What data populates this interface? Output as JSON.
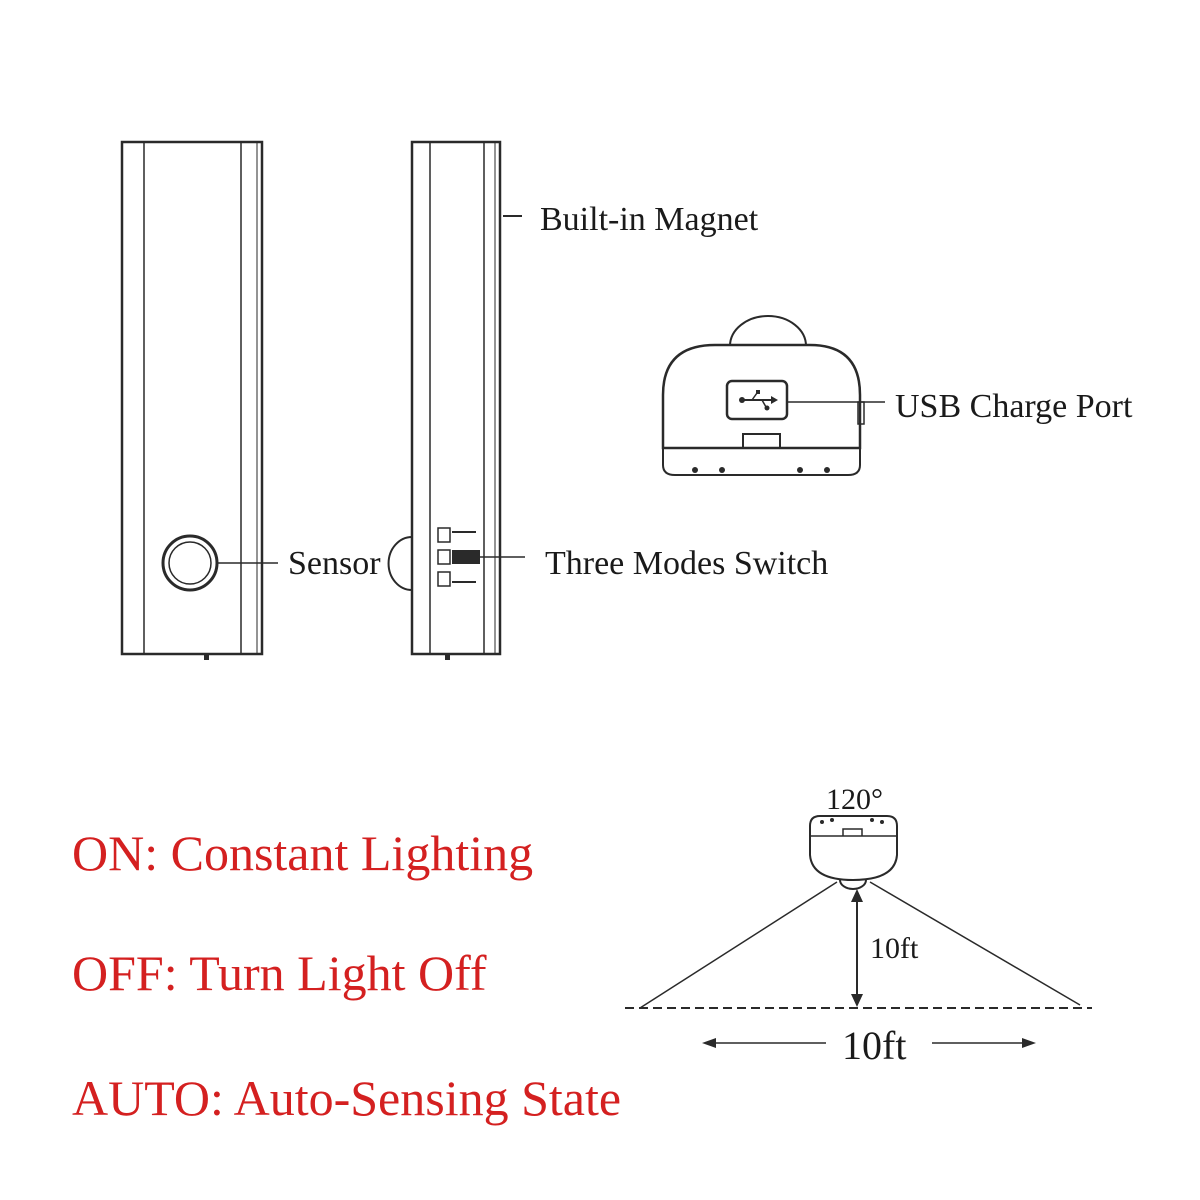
{
  "labels": {
    "built_in_magnet": "Built-in Magnet",
    "usb_charge_port": "USB Charge Port",
    "sensor": "Sensor",
    "three_modes_switch": "Three Modes Switch",
    "angle": "120°",
    "height": "10ft",
    "width": "10ft"
  },
  "modes": [
    {
      "text": "ON: Constant Lighting"
    },
    {
      "text": "OFF: Turn Light Off"
    },
    {
      "text": "AUTO: Auto-Sensing State"
    }
  ],
  "colors": {
    "mode_text": "#d42020",
    "line": "#2a2a2a",
    "background": "#ffffff"
  }
}
